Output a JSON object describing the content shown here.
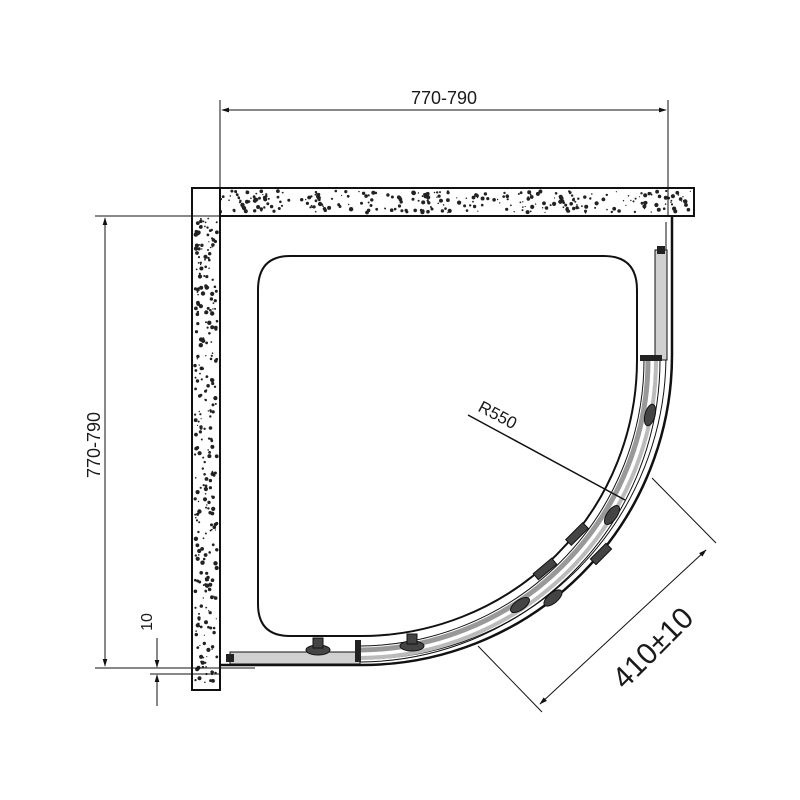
{
  "dimensions": {
    "width": "770-790",
    "depth": "770-790",
    "radius": "R550",
    "door_opening": "410±10",
    "offset": "10"
  },
  "colors": {
    "line": "#111111",
    "wall_fill": "#ffffff",
    "wall_speckle": "#222222",
    "glass": "#c8c8c8"
  }
}
